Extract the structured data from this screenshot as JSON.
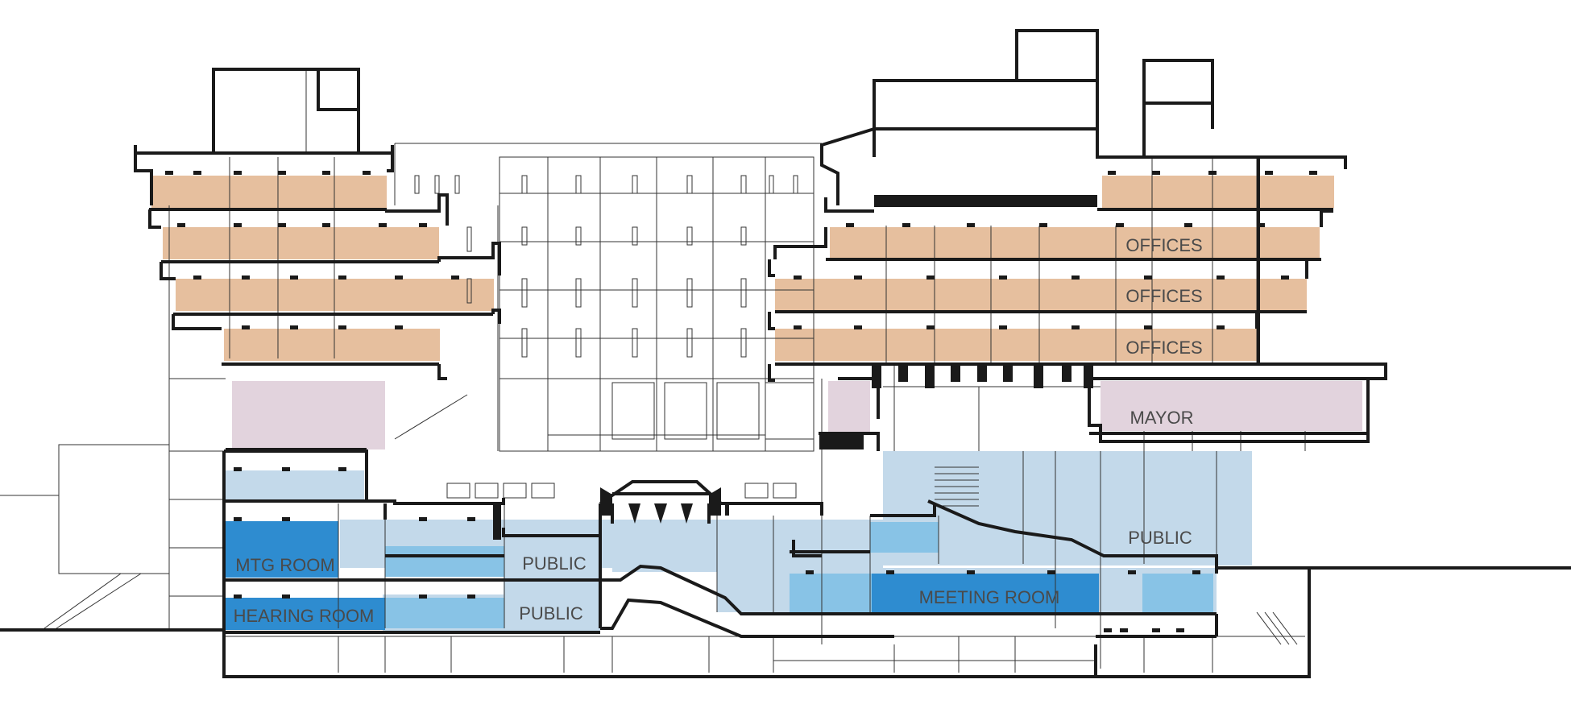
{
  "labels": {
    "offices": "OFFICES",
    "mayor": "MAYOR",
    "public": "PUBLIC",
    "mtg_room": "MTG ROOM",
    "hearing_room": "HEARING ROOM",
    "meeting_room": "MEETING ROOM"
  },
  "colors": {
    "office": "#e6bf9e",
    "mayor": "#e2d3dd",
    "public_light": "#c3d9ea",
    "public_mid": "#88c3e6",
    "meeting_dark": "#2e8cd0",
    "line": "#1a1a1a",
    "text": "#4a4a4a"
  }
}
